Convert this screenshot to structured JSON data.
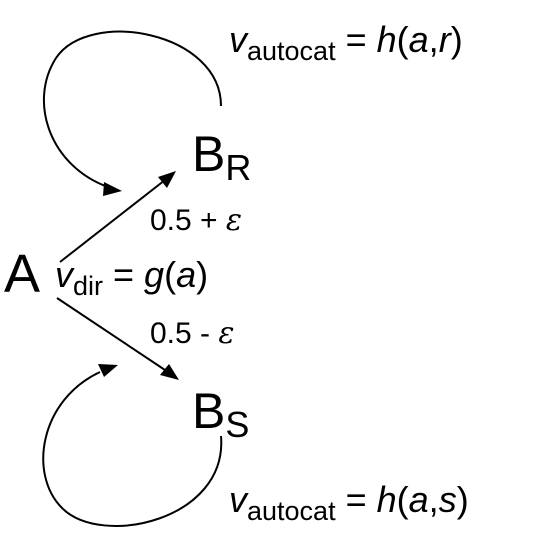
{
  "nodes": {
    "a": {
      "label": "A"
    },
    "b_r": {
      "main": "B",
      "sub": "R"
    },
    "b_s": {
      "main": "B",
      "sub": "S"
    }
  },
  "edges": {
    "up": {
      "prob_base": "0.5 + ",
      "prob_eps": "ε"
    },
    "down": {
      "prob_base": "0.5 - ",
      "prob_eps": "ε"
    }
  },
  "rates": {
    "direct": {
      "v": "v",
      "sub": "dir",
      "eq": " = ",
      "fn": "g",
      "open": "(",
      "arg1": "a",
      "close": ")"
    },
    "autocat_r": {
      "v": "v",
      "sub": "autocat",
      "eq": " = ",
      "fn": "h",
      "open": "(",
      "arg1": "a",
      "comma": ",",
      "arg2": "r",
      "close": ")"
    },
    "autocat_s": {
      "v": "v",
      "sub": "autocat",
      "eq": " = ",
      "fn": "h",
      "open": "(",
      "arg1": "a",
      "comma": ",",
      "arg2": "s",
      "close": ")"
    }
  }
}
